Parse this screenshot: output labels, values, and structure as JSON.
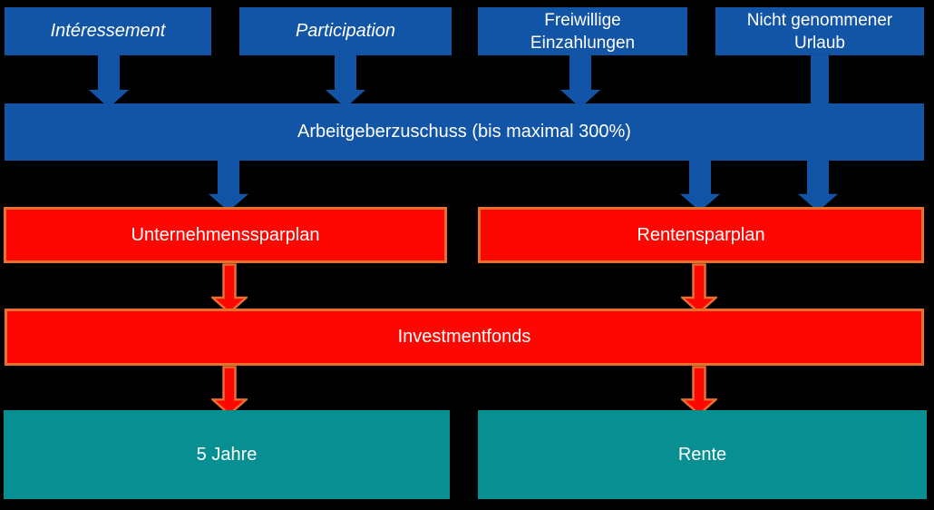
{
  "colors": {
    "background": "#000000",
    "blue": "#1254A5",
    "red": "#FD0703",
    "orange_border": "#E8702D",
    "teal": "#088F92",
    "text": "#FFFFFF"
  },
  "top_row": [
    {
      "label": "Intéressement",
      "style": "italic"
    },
    {
      "label": "Participation",
      "style": "italic"
    },
    {
      "label": "Freiwillige\nEinzahlungen",
      "style": "normal"
    },
    {
      "label": "Nicht genommener\nUrlaub",
      "style": "normal"
    }
  ],
  "employer_bar": {
    "label": "Arbeitgeberzuschuss (bis maximal 300%)"
  },
  "plans": [
    {
      "label": "Unternehmenssparplan"
    },
    {
      "label": "Rentensparplan"
    }
  ],
  "funds_bar": {
    "label": "Investmentfonds"
  },
  "outcomes": [
    {
      "label": "5 Jahre"
    },
    {
      "label": "Rente"
    }
  ]
}
